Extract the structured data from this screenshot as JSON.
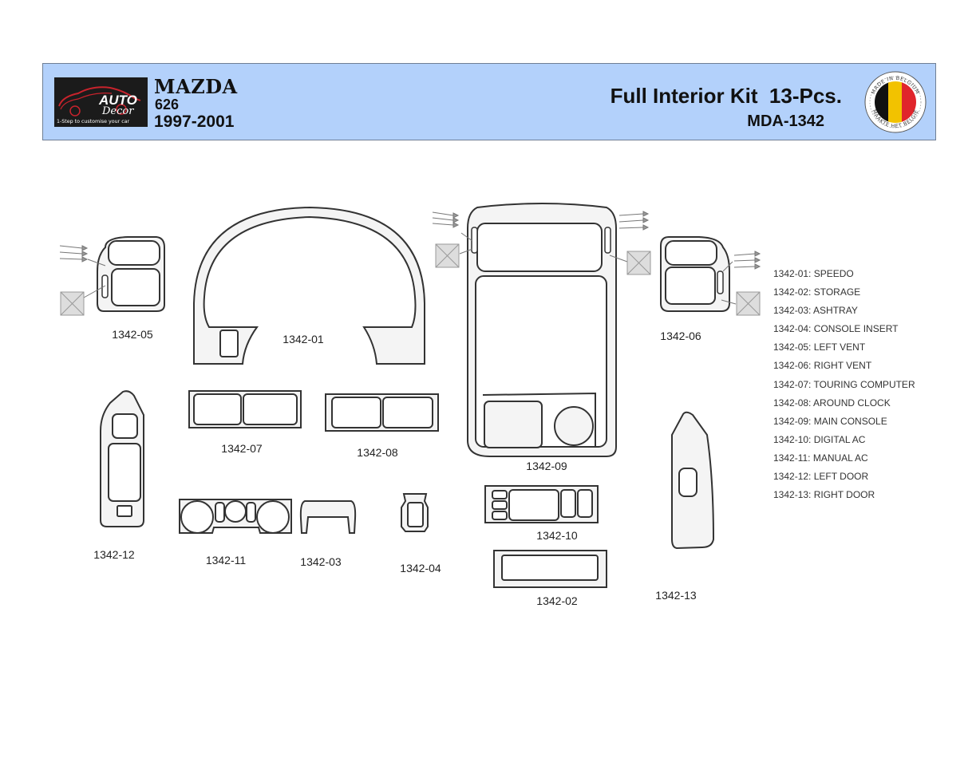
{
  "header": {
    "make": "MAZDA",
    "model": "626",
    "years": "1997-2001",
    "kit_title": "Full Interior Kit  13-Pcs.",
    "kit_code": "MDA-1342",
    "logo_brand": "AUTO",
    "logo_script": "Decor",
    "logo_tagline": "1-Step to customise your car",
    "badge_text_top": "MADE IN BELGIUM",
    "badge_text_bottom": "MAAKTE HET BELGIË",
    "badge_colors": [
      "#111111",
      "#f2c200",
      "#e0242b"
    ]
  },
  "parts": [
    {
      "code": "1342-01"
    },
    {
      "code": "1342-02"
    },
    {
      "code": "1342-03"
    },
    {
      "code": "1342-04"
    },
    {
      "code": "1342-05"
    },
    {
      "code": "1342-06"
    },
    {
      "code": "1342-07"
    },
    {
      "code": "1342-08"
    },
    {
      "code": "1342-09"
    },
    {
      "code": "1342-10"
    },
    {
      "code": "1342-11"
    },
    {
      "code": "1342-12"
    },
    {
      "code": "1342-13"
    }
  ],
  "legend": [
    "1342-01: SPEEDO",
    "1342-02: STORAGE",
    "1342-03: ASHTRAY",
    "1342-04: CONSOLE INSERT",
    "1342-05: LEFT VENT",
    "1342-06: RIGHT VENT",
    "1342-07: TOURING COMPUTER",
    "1342-08: AROUND CLOCK",
    "1342-09: MAIN CONSOLE",
    "1342-10: DIGITAL AC",
    "1342-11: MANUAL AC",
    "1342-12: LEFT DOOR",
    "1342-13: RIGHT DOOR"
  ]
}
